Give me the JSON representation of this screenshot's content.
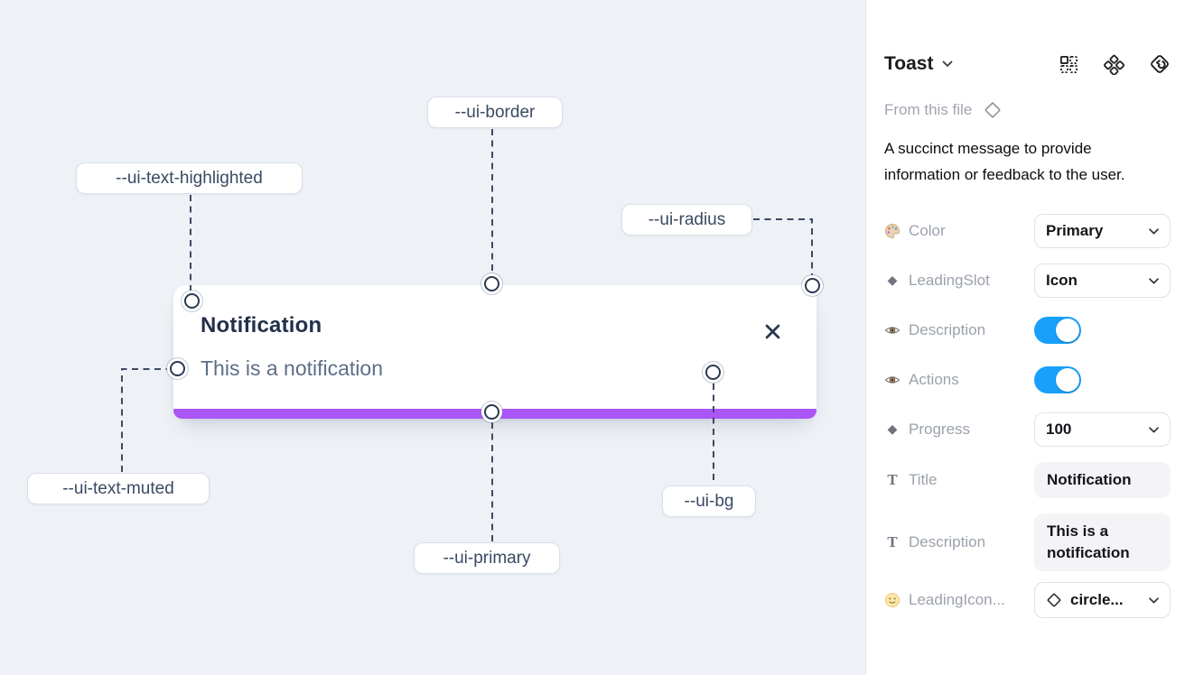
{
  "canvas": {
    "toast": {
      "title": "Notification",
      "description": "This is a notification"
    },
    "annotations": [
      {
        "id": "ui-border",
        "label": "--ui-border"
      },
      {
        "id": "ui-text-highlighted",
        "label": "--ui-text-highlighted"
      },
      {
        "id": "ui-radius",
        "label": "--ui-radius"
      },
      {
        "id": "ui-text-muted",
        "label": "--ui-text-muted"
      },
      {
        "id": "ui-primary",
        "label": "--ui-primary"
      },
      {
        "id": "ui-bg",
        "label": "--ui-bg"
      }
    ],
    "colors": {
      "canvas_bg": "#eef1f6",
      "primary_bar": "#a955f7",
      "connector": "#3d4a63"
    }
  },
  "panel": {
    "component_name": "Toast",
    "source_label": "From this file",
    "description": "A succinct message to provide information or feedback to the user.",
    "header_icons": [
      "instance-grid-icon",
      "variants-icon",
      "return-to-component-icon"
    ],
    "properties": [
      {
        "label": "Color",
        "icon": "palette-icon",
        "control": "select",
        "value": "Primary"
      },
      {
        "label": "LeadingSlot",
        "icon": "diamond-icon",
        "control": "select",
        "value": "Icon"
      },
      {
        "label": "Description",
        "icon": "eye-icon",
        "control": "toggle",
        "value": "on"
      },
      {
        "label": "Actions",
        "icon": "eye-icon",
        "control": "toggle",
        "value": "on"
      },
      {
        "label": "Progress",
        "icon": "diamond-icon",
        "control": "select",
        "value": "100"
      },
      {
        "label": "Title",
        "icon": "text-icon",
        "control": "text-field",
        "value": "Notification"
      },
      {
        "label": "Description",
        "icon": "text-icon",
        "control": "text-field",
        "value": "This is a notification"
      },
      {
        "label": "LeadingIcon...",
        "icon": "smiley-icon",
        "control": "icon-select",
        "value": "circle..."
      }
    ],
    "colors": {
      "toggle_on": "#18a0fb"
    }
  }
}
